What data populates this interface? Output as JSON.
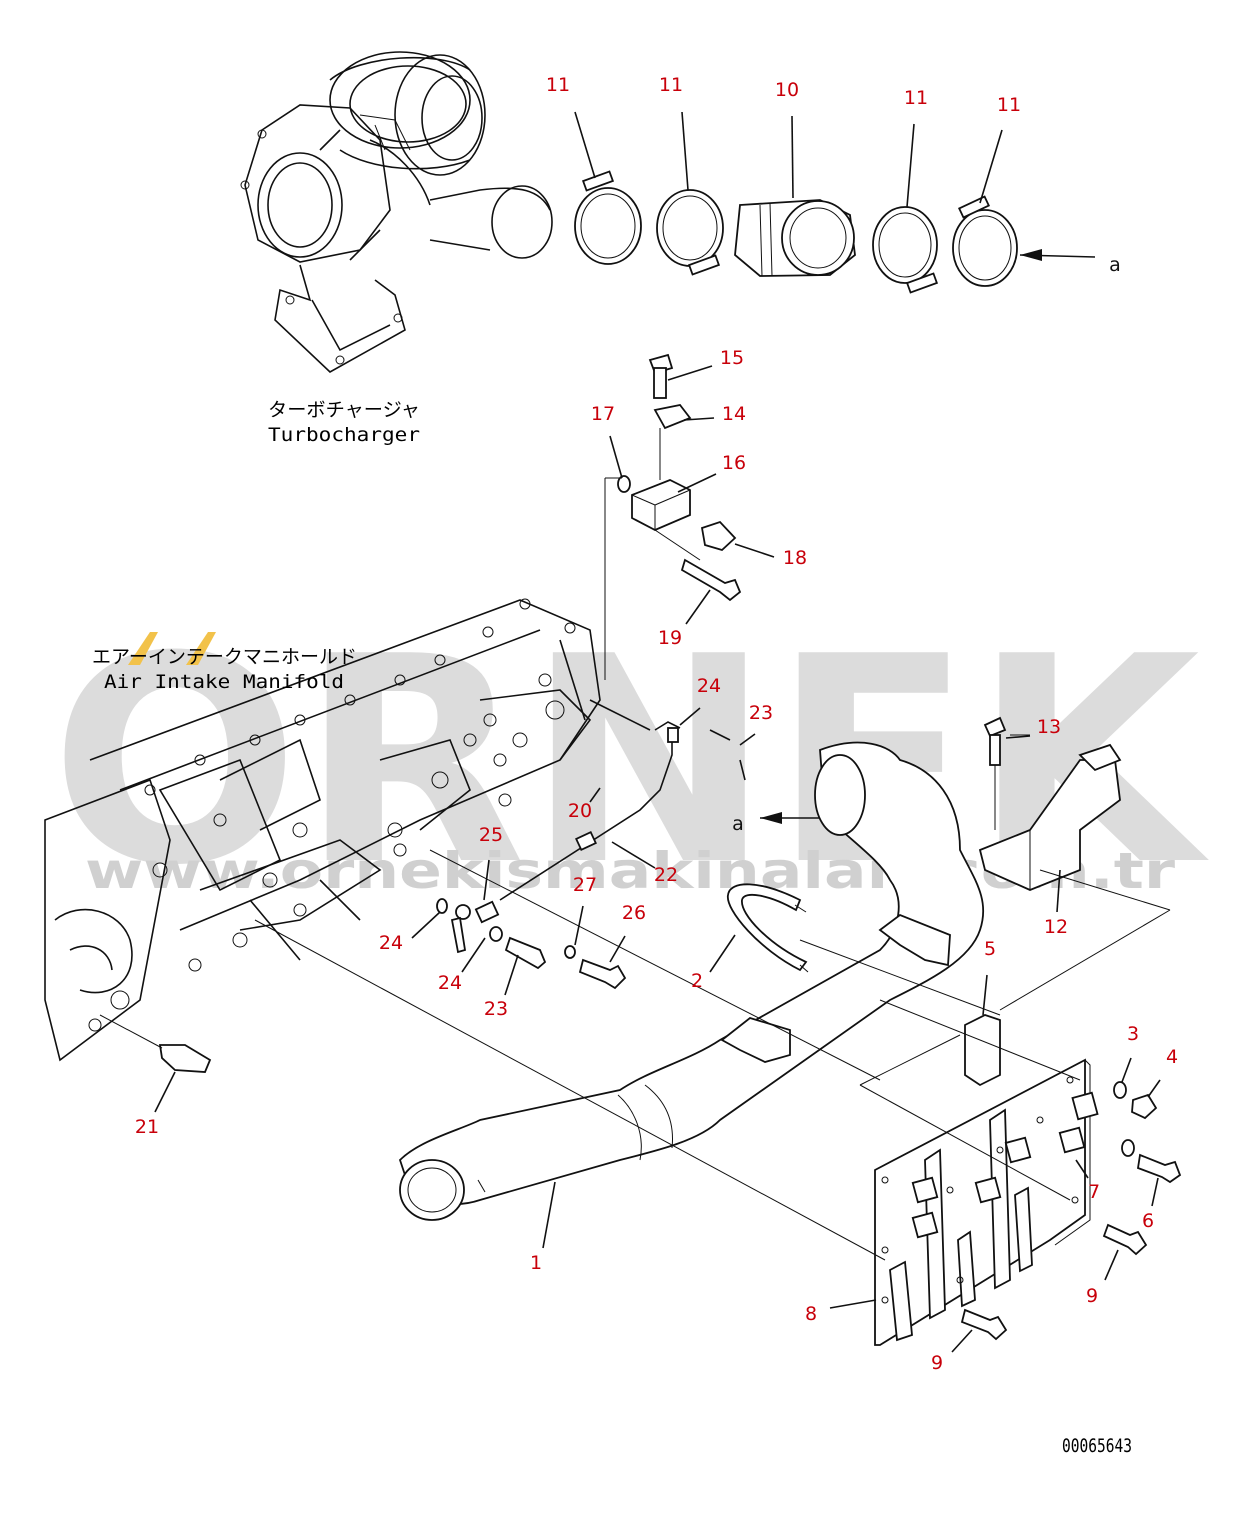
{
  "diagram": {
    "captions": {
      "turbocharger_jp": "ターボチャージャ",
      "turbocharger_en": "Turbocharger",
      "manifold_jp": "エアーインテークマニホールド",
      "manifold_en": "Air Intake Manifold"
    },
    "drawing_number": "00065643",
    "arrow_label": "a",
    "watermark": {
      "word": "ORNEK",
      "url": "www.ornekismakinalari.com.tr"
    },
    "callouts": [
      "11",
      "11",
      "10",
      "11",
      "11",
      "15",
      "14",
      "17",
      "16",
      "18",
      "19",
      "24",
      "23",
      "13",
      "20",
      "25",
      "22",
      "27",
      "26",
      "24",
      "24",
      "23",
      "2",
      "12",
      "5",
      "3",
      "4",
      "7",
      "6",
      "21",
      "1",
      "8",
      "9",
      "9"
    ],
    "colors": {
      "callout": "#c8000a",
      "line": "#111111",
      "watermark": "#d4d4d4",
      "accent": "#f2c24a"
    }
  }
}
